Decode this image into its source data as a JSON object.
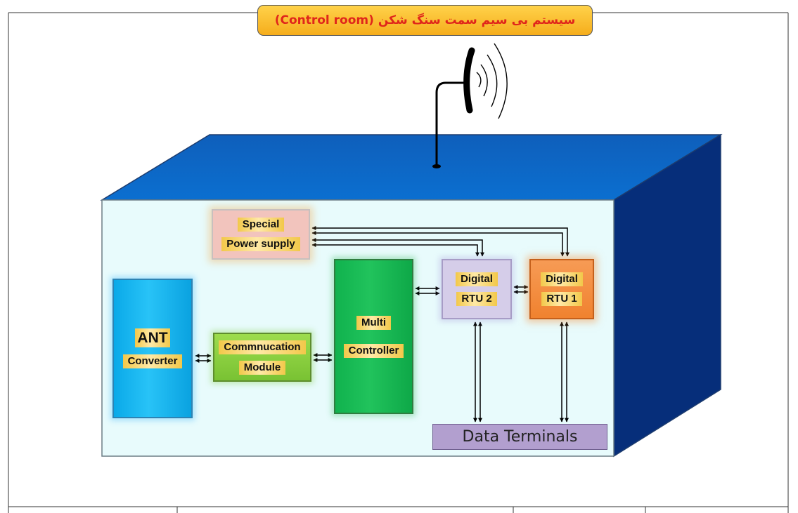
{
  "title": "سیستم بی سیم سمت سنگ شکن (Control room)",
  "blocks": {
    "special_power_supply": {
      "line1": "Special",
      "line2": "Power supply"
    },
    "ant_converter": {
      "line1": "ANT",
      "line2": "Converter"
    },
    "communication_module": {
      "line1": "Commnucation",
      "line2": "Module"
    },
    "multi_controller": {
      "line1": "Multi",
      "line2": "Controller"
    },
    "digital_rtu_2": {
      "line1": "Digital",
      "line2": "RTU 2"
    },
    "digital_rtu_1": {
      "line1": "Digital",
      "line2": "RTU 1"
    },
    "data_terminals": {
      "label": "Data Terminals"
    }
  },
  "colors": {
    "cabinet_top": "#0e66c4",
    "cabinet_side": "#062e7a",
    "cabinet_front": "#e8fbfc",
    "title_text": "#e0261b",
    "title_fill": "#f8bd2c"
  },
  "icons": {
    "antenna": "antenna-icon",
    "signal": "signal-waves-icon"
  }
}
